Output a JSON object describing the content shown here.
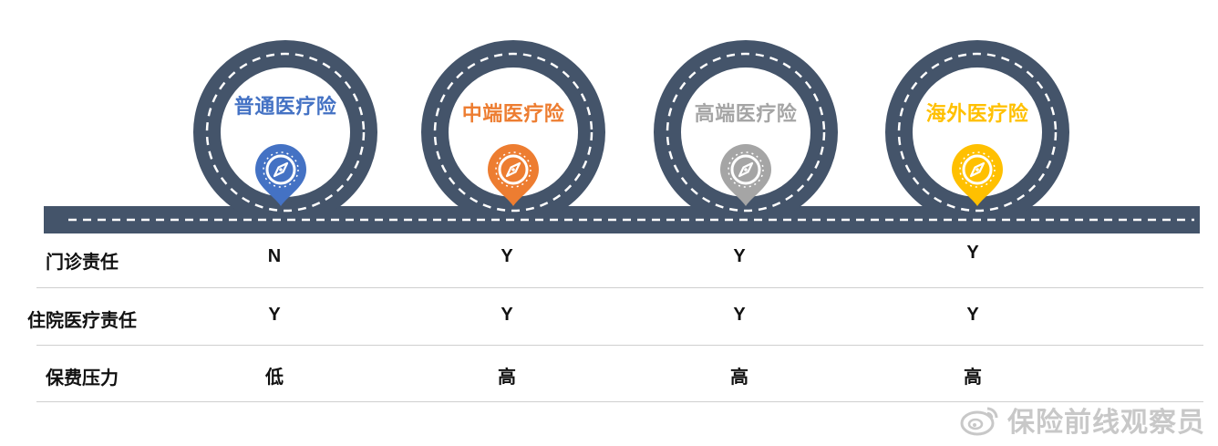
{
  "stages": [
    {
      "title": "普通医疗险",
      "color": "#4472C4",
      "icon": "compass-icon"
    },
    {
      "title": "中端医疗险",
      "color": "#ED7D31",
      "icon": "compass-icon"
    },
    {
      "title": "高端医疗险",
      "color": "#A5A5A5",
      "icon": "compass-icon"
    },
    {
      "title": "海外医疗险",
      "color": "#FFC000",
      "icon": "compass-icon"
    }
  ],
  "road_color": "#44546A",
  "table": {
    "rows": [
      {
        "label": "门诊责任",
        "values": [
          "N",
          "Y",
          "Y",
          "Y"
        ]
      },
      {
        "label": "住院医疗责任",
        "values": [
          "Y",
          "Y",
          "Y",
          "Y"
        ]
      },
      {
        "label": "保费压力",
        "values": [
          "低",
          "高",
          "高",
          "高"
        ]
      }
    ]
  },
  "watermark": {
    "text": "保险前线观察员",
    "icon": "weibo-icon"
  }
}
